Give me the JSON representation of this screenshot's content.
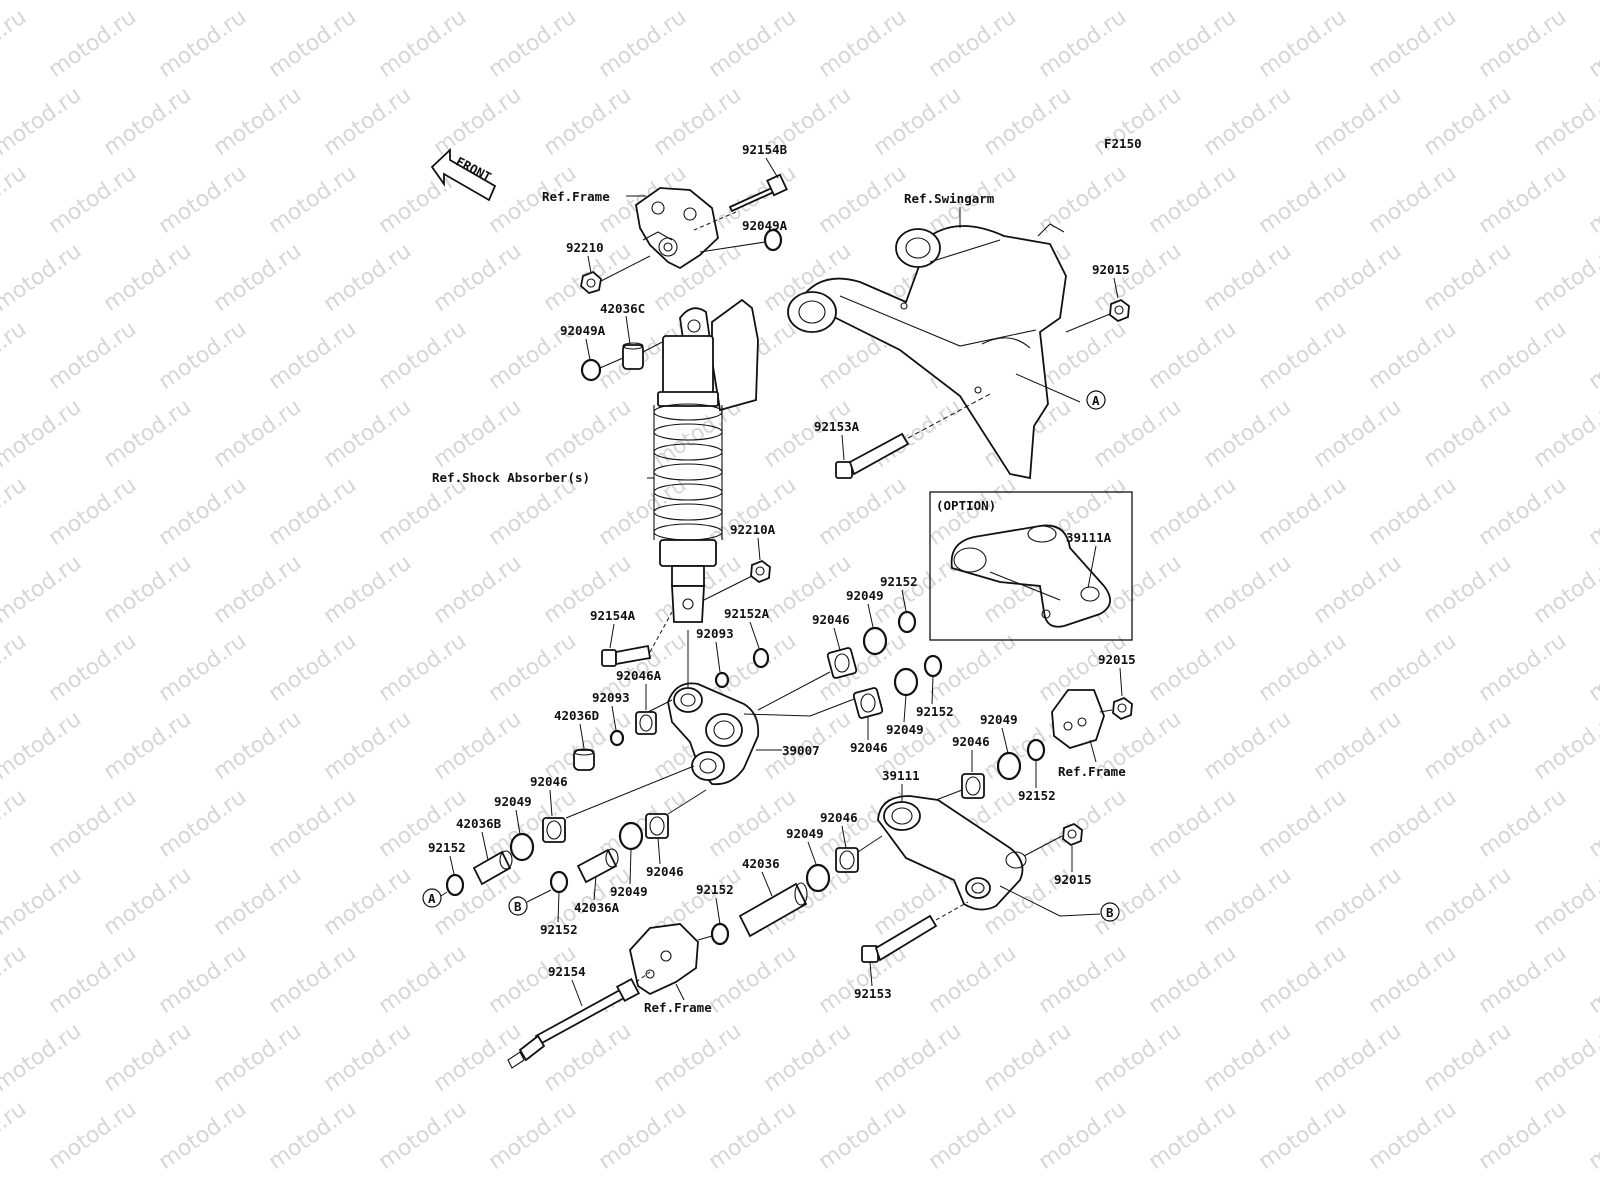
{
  "diagram": {
    "code": "F2150",
    "front_label": "FRONT",
    "watermark": "motod.ru",
    "option_label": "(OPTION)",
    "ref_labels": {
      "frame_top": "Ref.Frame",
      "swingarm": "Ref.Swingarm",
      "shock": "Ref.Shock Absorber(s)",
      "frame_right": "Ref.Frame",
      "frame_bottom": "Ref.Frame"
    },
    "callouts": {
      "a": "A",
      "b": "B"
    },
    "parts": {
      "p92154B": "92154B",
      "p92049A_top": "92049A",
      "p92210": "92210",
      "p42036C": "42036C",
      "p92049A_left": "92049A",
      "p92015_top": "92015",
      "p92153A": "92153A",
      "p39111A": "39111A",
      "p92210A": "92210A",
      "p92152_opt": "92152",
      "p92049_opt": "92049",
      "p92154A": "92154A",
      "p92152A": "92152A",
      "p92046_mid": "92046",
      "p92093_top": "92093",
      "p92046A": "92046A",
      "p92093_left": "92093",
      "p92015_right": "92015",
      "p42036D": "42036D",
      "p92152_mid": "92152",
      "p92049_mid": "92049",
      "p92049_right": "92049",
      "p39007": "39007",
      "p92046_right": "92046",
      "p92046_lower": "92046",
      "p39111": "39111",
      "p92152_right": "92152",
      "p92046_left": "92046",
      "p92049_left": "92049",
      "p42036B": "42036B",
      "p92046_bl": "92046",
      "p92152_left": "92152",
      "p92049_bl": "92049",
      "p92046_bm": "92046",
      "p42036": "42036",
      "p92049_bm": "92049",
      "p42036A": "42036A",
      "p92152_bl": "92152",
      "p92152_bm": "92152",
      "p92015_bottom": "92015",
      "p92154": "92154",
      "p92153": "92153"
    }
  }
}
